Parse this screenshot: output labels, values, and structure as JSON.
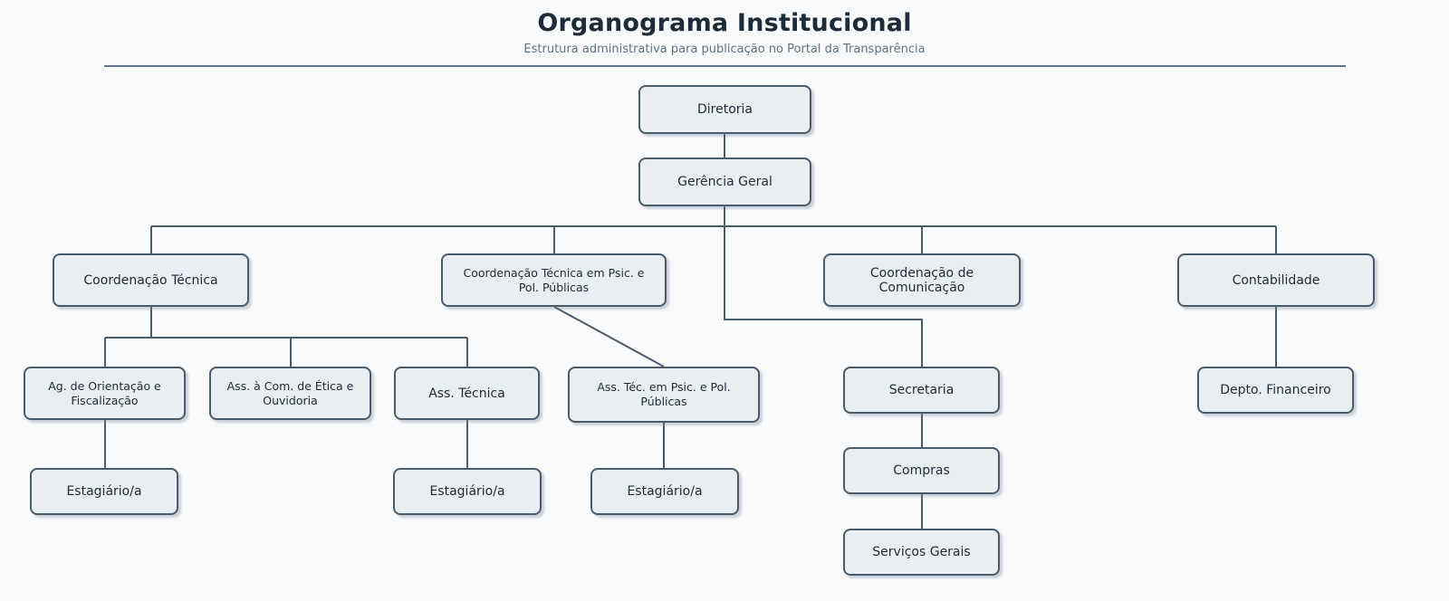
{
  "header": {
    "title": "Organograma Institucional",
    "subtitle": "Estrutura administrativa para publicação no Portal da Transparência"
  },
  "colors": {
    "background": "#f8fafc",
    "node_fill": "#e9eef2",
    "node_border": "#4a5b6c",
    "connector": "#4a5b6c",
    "title": "#1e2b3a",
    "subtitle": "#5f7385",
    "rule": "#637689"
  },
  "nodes": {
    "diretoria": "Diretoria",
    "gerencia_geral": "Gerência Geral",
    "coord_tecnica": "Coordenação Técnica",
    "coord_tecnica_psic": "Coordenação Técnica em Psic. e Pol. Públicas",
    "coord_comunicacao": "Coordenação de Comunicação",
    "contabilidade": "Contabilidade",
    "ag_orientacao": "Ag. de Orientação e Fiscalização",
    "ass_etica_ouvidoria": "Ass. à Com. de Ética e Ouvidoria",
    "ass_tecnica": "Ass. Técnica",
    "ass_tec_psic": "Ass. Téc. em Psic. e Pol. Públicas",
    "secretaria": "Secretaria",
    "depto_financeiro": "Depto. Financeiro",
    "estagiario_1": "Estagiário/a",
    "estagiario_2": "Estagiário/a",
    "estagiario_3": "Estagiário/a",
    "compras": "Compras",
    "servicos_gerais": "Serviços Gerais"
  },
  "hierarchy": [
    {
      "parent": "diretoria",
      "child": "gerencia_geral"
    },
    {
      "parent": "gerencia_geral",
      "child": "coord_tecnica"
    },
    {
      "parent": "gerencia_geral",
      "child": "coord_tecnica_psic"
    },
    {
      "parent": "gerencia_geral",
      "child": "coord_comunicacao"
    },
    {
      "parent": "gerencia_geral",
      "child": "contabilidade"
    },
    {
      "parent": "gerencia_geral",
      "child": "secretaria"
    },
    {
      "parent": "coord_tecnica",
      "child": "ag_orientacao"
    },
    {
      "parent": "coord_tecnica",
      "child": "ass_etica_ouvidoria"
    },
    {
      "parent": "coord_tecnica",
      "child": "ass_tecnica"
    },
    {
      "parent": "coord_tecnica_psic",
      "child": "ass_tec_psic"
    },
    {
      "parent": "contabilidade",
      "child": "depto_financeiro"
    },
    {
      "parent": "ag_orientacao",
      "child": "estagiario_1"
    },
    {
      "parent": "ass_tecnica",
      "child": "estagiario_2"
    },
    {
      "parent": "ass_tec_psic",
      "child": "estagiario_3"
    },
    {
      "parent": "secretaria",
      "child": "compras"
    },
    {
      "parent": "compras",
      "child": "servicos_gerais"
    }
  ]
}
